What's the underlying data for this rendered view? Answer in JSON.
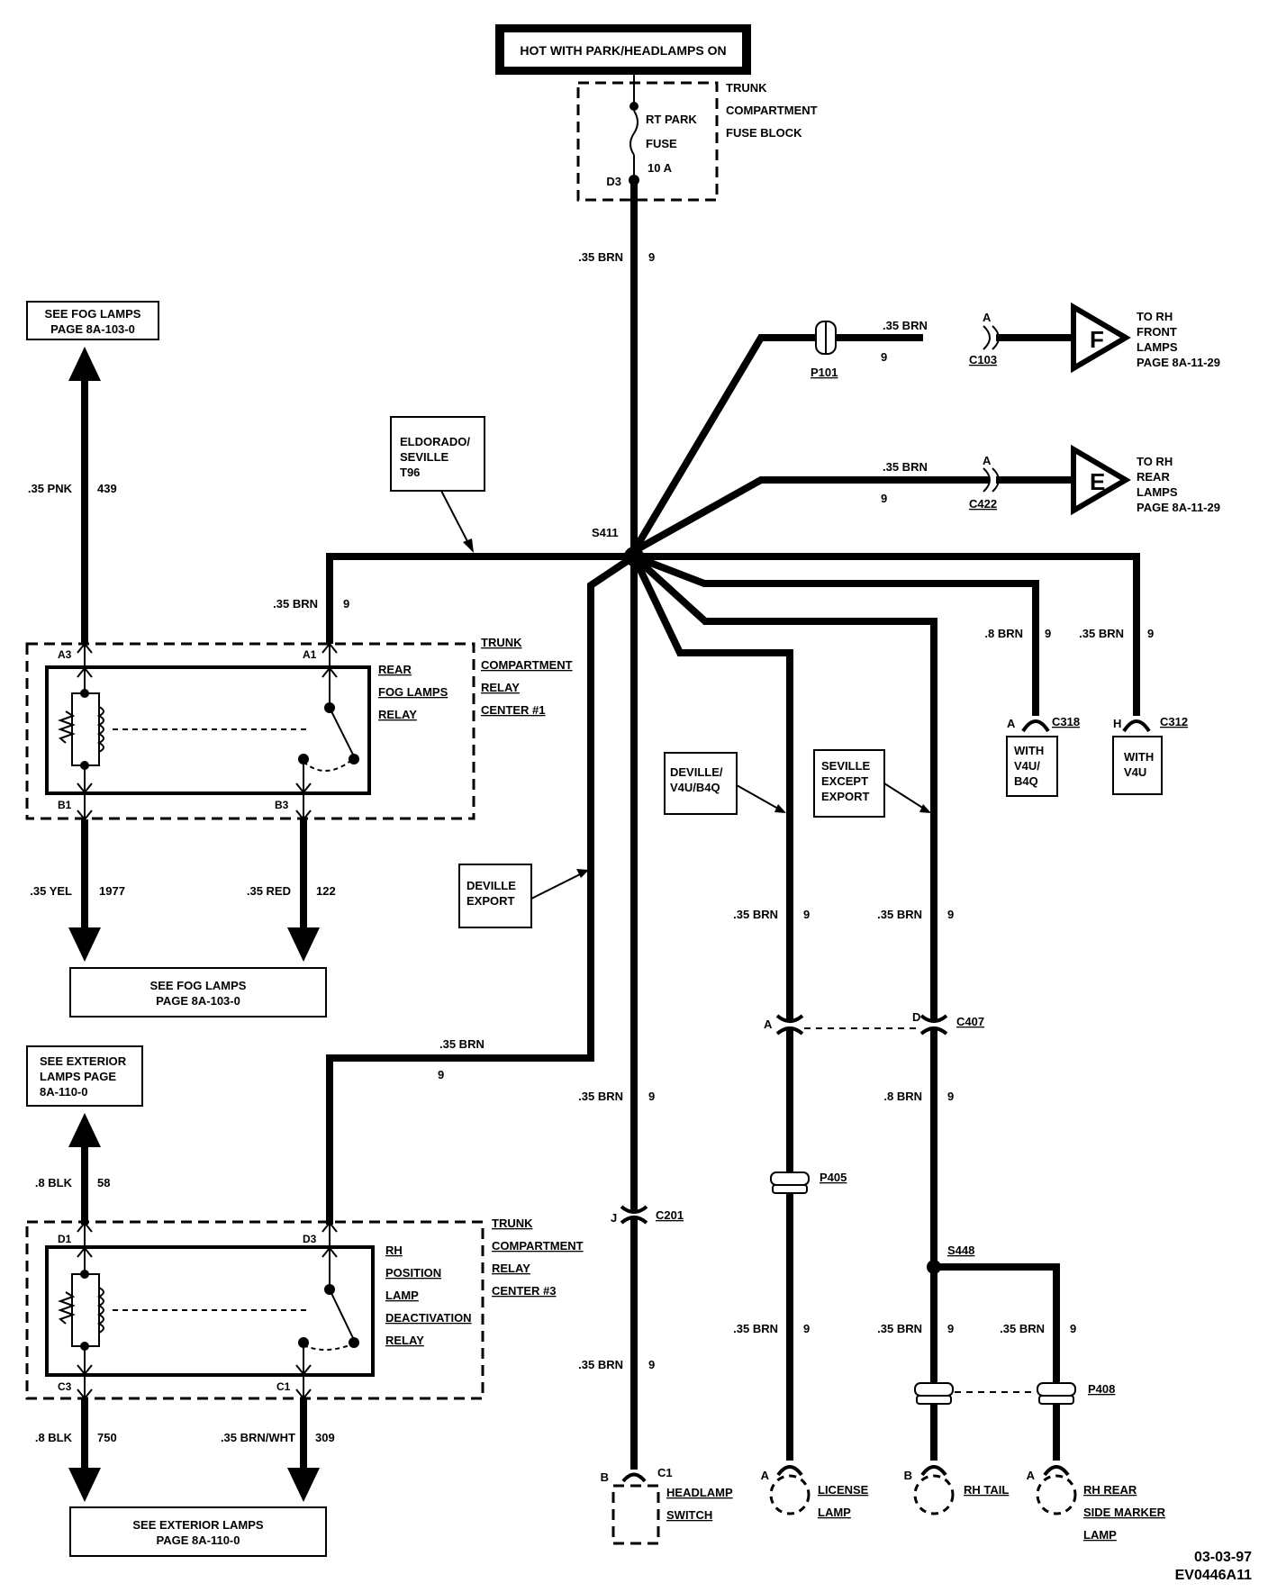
{
  "top_source": "HOT WITH PARK/HEADLAMPS ON",
  "fuse_block": {
    "label_lines": [
      "TRUNK",
      "COMPARTMENT",
      "FUSE BLOCK"
    ],
    "fuse_lines": [
      "RT PARK",
      "FUSE",
      "10 A"
    ],
    "terminal": "D3"
  },
  "main_wire": {
    "size_color": ".35 BRN",
    "circuit": "9"
  },
  "splice_main": "S411",
  "branch_front": {
    "connector_p": "P101",
    "wire": ".35 BRN",
    "circuit": "9",
    "pin": "A",
    "connector": "C103",
    "flag": "F",
    "dest_lines": [
      "TO RH",
      "FRONT",
      "LAMPS",
      "PAGE 8A-11-29"
    ]
  },
  "branch_rear": {
    "wire": ".35 BRN",
    "circuit": "9",
    "pin": "A",
    "connector": "C422",
    "flag": "E",
    "dest_lines": [
      "TO RH",
      "REAR",
      "LAMPS",
      "PAGE 8A-11-29"
    ]
  },
  "fog_top_ref": [
    "SEE FOG LAMPS",
    "PAGE 8A-103-0"
  ],
  "fog_top_wire": {
    "size_color": ".35 PNK",
    "circuit": "439"
  },
  "eldorado_note": [
    "ELDORADO/",
    "SEVILLE",
    "T96"
  ],
  "relay_feed_wire": {
    "size_color": ".35 BRN",
    "circuit": "9"
  },
  "fog_relay": {
    "name_lines": [
      "REAR",
      "FOG LAMPS",
      "RELAY"
    ],
    "center_lines": [
      "TRUNK",
      "COMPARTMENT",
      "RELAY",
      "CENTER #1"
    ],
    "pins": {
      "a3": "A3",
      "a1": "A1",
      "b1": "B1",
      "b3": "B3"
    }
  },
  "fog_out_left": {
    "size_color": ".35 YEL",
    "circuit": "1977"
  },
  "fog_out_right": {
    "size_color": ".35 RED",
    "circuit": "122"
  },
  "fog_bottom_ref": [
    "SEE FOG LAMPS",
    "PAGE 8A-103-0"
  ],
  "deville_export_note": [
    "DEVILLE",
    "EXPORT"
  ],
  "export_wire": {
    "size_color": ".35 BRN",
    "circuit": "9"
  },
  "ext_top_ref": [
    "SEE EXTERIOR",
    "LAMPS PAGE",
    "8A-110-0"
  ],
  "ext_top_wire": {
    "size_color": ".8 BLK",
    "circuit": "58"
  },
  "position_relay": {
    "name_lines": [
      "RH",
      "POSITION",
      "LAMP",
      "DEACTIVATION",
      "RELAY"
    ],
    "center_lines": [
      "TRUNK",
      "COMPARTMENT",
      "RELAY",
      "CENTER #3"
    ],
    "pins": {
      "d1": "D1",
      "d3": "D3",
      "c3": "C3",
      "c1": "C1"
    }
  },
  "ext_out_left": {
    "size_color": ".8 BLK",
    "circuit": "750"
  },
  "ext_out_right": {
    "size_color": ".35 BRN/WHT",
    "circuit": "309"
  },
  "ext_bottom_ref": [
    "SEE EXTERIOR LAMPS",
    "PAGE 8A-110-0"
  ],
  "headlamp_branch": {
    "wire_upper": {
      "size_color": ".35 BRN",
      "circuit": "9"
    },
    "pin": "J",
    "connector": "C201",
    "wire_lower": {
      "size_color": ".35 BRN",
      "circuit": "9"
    },
    "switch_pin_left": "B",
    "switch_pin_right": "C1",
    "switch_lines": [
      "HEADLAMP",
      "SWITCH"
    ]
  },
  "c318_branch": {
    "wire": ".8 BRN",
    "circuit": "9",
    "pin": "A",
    "connector": "C318",
    "option_lines": [
      "WITH",
      "V4U/",
      "B4Q"
    ]
  },
  "c312_branch": {
    "wire": ".35 BRN",
    "circuit": "9",
    "pin": "H",
    "connector": "C312",
    "option_lines": [
      "WITH",
      "V4U"
    ]
  },
  "license_branch": {
    "note": [
      "DEVILLE/",
      "V4U/B4Q"
    ],
    "wire_upper": {
      "size_color": ".35 BRN",
      "circuit": "9"
    },
    "pin": "A",
    "connector_p": "P405",
    "wire_lower": {
      "size_color": ".35 BRN",
      "circuit": "9"
    },
    "lamp_pin": "A",
    "lamp_lines": [
      "LICENSE",
      "LAMP"
    ]
  },
  "seville_branch": {
    "note": [
      "SEVILLE",
      "EXCEPT",
      "EXPORT"
    ],
    "wire_upper": {
      "size_color": ".35 BRN",
      "circuit": "9"
    },
    "pin": "D",
    "connector": "C407",
    "wire_mid": {
      "size_color": ".8 BRN",
      "circuit": "9"
    },
    "splice": "S448",
    "wire_tail": {
      "size_color": ".35 BRN",
      "circuit": "9"
    },
    "wire_marker": {
      "size_color": ".35 BRN",
      "circuit": "9"
    },
    "connector_p": "P408",
    "tail_pin": "B",
    "tail_lines": [
      "RH TAIL"
    ],
    "marker_pin": "A",
    "marker_lines": [
      "RH REAR",
      "SIDE MARKER",
      "LAMP"
    ]
  },
  "doc_id": [
    "03-03-97",
    "EV0446A11"
  ]
}
